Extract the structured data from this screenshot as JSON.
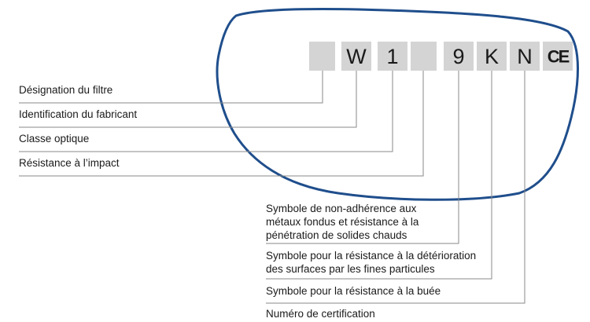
{
  "marking": {
    "boxes": [
      "",
      "W",
      "1",
      "",
      "9",
      "K",
      "N",
      "CE"
    ]
  },
  "left_labels": [
    "Désignation du filtre",
    "Identification du fabricant",
    "Classe optique",
    "Résistance à l’impact"
  ],
  "bottom_labels": [
    [
      "Symbole de non-adhérence aux",
      "métaux fondus et résistance à la",
      "pénétration de solides chauds"
    ],
    [
      "Symbole pour la résistance à la détérioration",
      "des surfaces par les fines particules"
    ],
    [
      "Symbole pour la résistance à la buée"
    ],
    [
      "Numéro de certification"
    ]
  ],
  "colors": {
    "lens_outline": "#1f4e8c",
    "box_fill": "#d4d4d4",
    "leader_line": "#8a8a8a"
  }
}
